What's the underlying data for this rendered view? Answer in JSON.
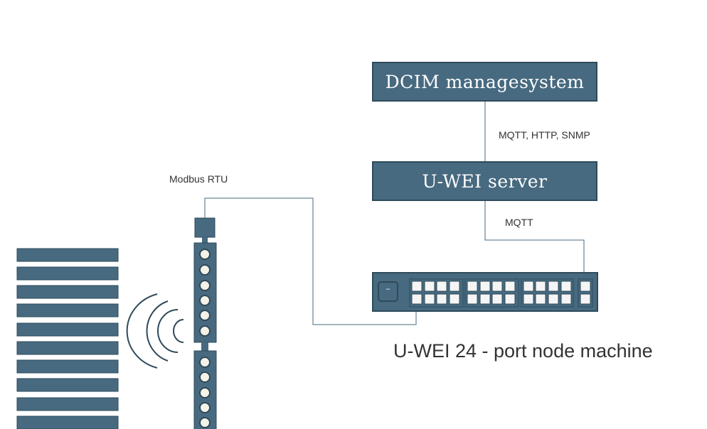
{
  "boxes": {
    "dcim": "DCIM managesystem",
    "server": "U-WEI server"
  },
  "labels": {
    "link_dcim_server": "MQTT, HTTP, SNMP",
    "link_server_switch": "MQTT",
    "link_pdu_switch": "Modbus RTU",
    "switch_caption": "U-WEI 24 - port node machine"
  },
  "switch": {
    "console_glyph": "~",
    "port_groups": 4
  },
  "icons": [
    "server-rack-icon",
    "wireless-signal-icon",
    "pdu-strip-icon",
    "network-switch-icon"
  ],
  "colors": {
    "box_fill": "#476a80",
    "box_border": "#2f4a5a",
    "line": "#476a80",
    "text": "#333333"
  }
}
